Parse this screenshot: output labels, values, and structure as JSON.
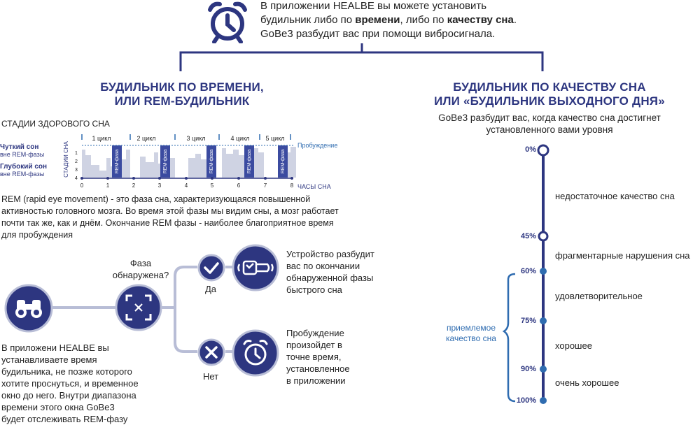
{
  "intro": {
    "line1": "В приложении HEALBE вы можете установить",
    "line2_pre": "будильник либо по ",
    "line2_b1": "времени",
    "line2_mid": ", либо по ",
    "line2_b2": "качеству сна",
    "line2_post": ".",
    "line3": "GoBe3 разбудит вас при помощи вибросигнала."
  },
  "left": {
    "title_l1": "БУДИЛЬНИК ПО ВРЕМЕНИ,",
    "title_l2": "ИЛИ REM-БУДИЛЬНИК",
    "stages_title": "СТАДИИ ЗДОРОВОГО СНА",
    "light_sleep": "Чуткий сон",
    "light_sub": "вне REM-фазы",
    "deep_sleep": "Глубокий сон",
    "deep_sub": "вне REM-фазы",
    "axis_y": "СТАДИИ СНА",
    "axis_x": "ЧАСЫ СНА",
    "wake": "Пробуждение",
    "rem_label": "REM-фаза",
    "cycles": [
      "1 цикл",
      "2 цикл",
      "3 цикл",
      "4 цикл",
      "5 цикл"
    ],
    "hours": [
      "0",
      "1",
      "2",
      "3",
      "4",
      "5",
      "6",
      "7",
      "8"
    ],
    "levels": [
      "1",
      "2",
      "3",
      "4"
    ],
    "rem_desc": [
      "REM (rapid eye movement) - это фаза сна, характеризующаяся повышенной",
      "активностью головного мозга. Во время этой фазы мы видим сны, а мозг работает",
      "почти так же, как и днём. Окончание REM фазы - наиболее благоприятное время",
      "для пробуждения"
    ],
    "phase_question_l1": "Фаза",
    "phase_question_l2": "обнаружена?",
    "yes": "Да",
    "no": "Нет",
    "yes_result": [
      "Устройство разбудит",
      "вас по окончании",
      "обнаруженной фазы",
      "быстрого сна"
    ],
    "no_result": [
      "Пробуждение",
      "произойдет в",
      "точне время,",
      "установленное",
      "в приложении"
    ],
    "setup_text": [
      "В приложени HEALBE вы",
      "устанавливаете время",
      "будильника, не позже которого",
      "хотите проснуться, и временное",
      "окно до него. Внутри диапазона",
      "времени этого окна GoBe3",
      "будет отслеживать REM-фазу"
    ]
  },
  "right": {
    "title_l1": "БУДИЛЬНИК ПО КАЧЕСТВУ СНА",
    "title_l2": "ИЛИ «БУДИЛЬНИК ВЫХОДНОГО ДНЯ»",
    "subtitle_l1": "GoBe3 разбудит вас, когда качество сна достигнет",
    "subtitle_l2": "установленного вами уровня",
    "acceptable_l1": "приемлемое",
    "acceptable_l2": "качество сна",
    "levels": [
      {
        "pct": "0%",
        "label": "недостаточное качество сна"
      },
      {
        "pct": "45%",
        "label": "фрагментарные нарушения сна"
      },
      {
        "pct": "60%",
        "label": "удовлетворительное"
      },
      {
        "pct": "75%",
        "label": "хорошее"
      },
      {
        "pct": "90%",
        "label": "очень хорошее"
      },
      {
        "pct": "100%",
        "label": ""
      }
    ]
  },
  "colors": {
    "navy": "#2d3680",
    "blue": "#2f6cb0",
    "gray": "#cfd3e3",
    "rem": "#3b4ba0"
  },
  "icons": [
    "alarm-clock-icon",
    "binoculars-icon",
    "scan-icon",
    "check-icon",
    "cross-icon",
    "wristband-icon",
    "alarm-clock-icon"
  ]
}
